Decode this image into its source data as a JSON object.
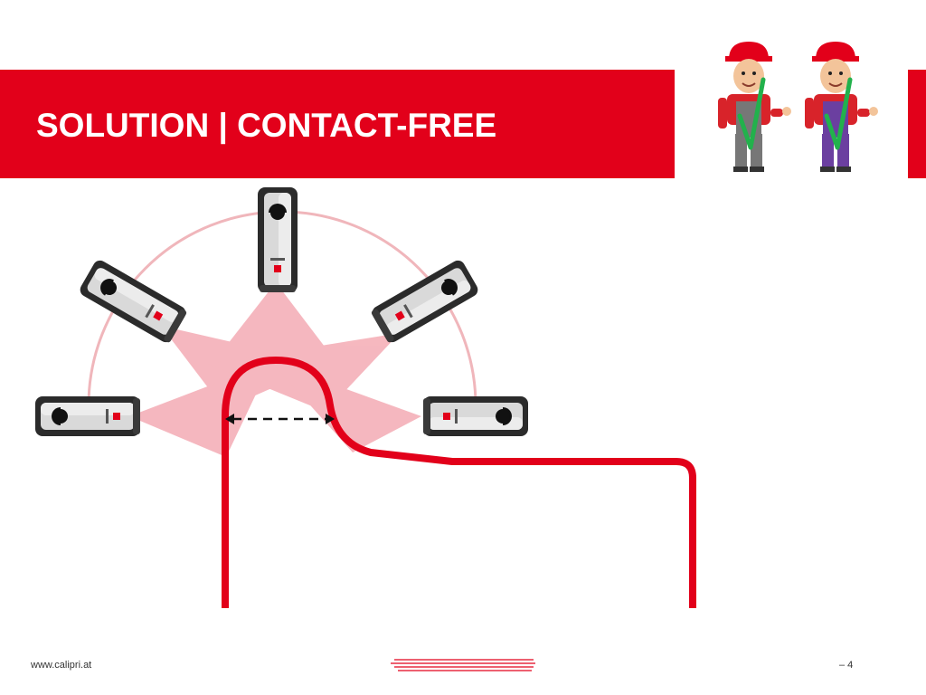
{
  "header": {
    "title": "SOLUTION | CONTACT-FREE"
  },
  "footer": {
    "url": "www.calipri.at",
    "page": "– 4"
  },
  "colors": {
    "brand_red": "#e2001a",
    "beam": "#f3a6ad",
    "arc": "#f0b6bb",
    "device_body": "#2b2b2b",
    "device_face": "#cfcfcf"
  },
  "icons": [
    "worker-green-checkmark",
    "worker-purple-checkmark",
    "calipri-sensor-device"
  ]
}
